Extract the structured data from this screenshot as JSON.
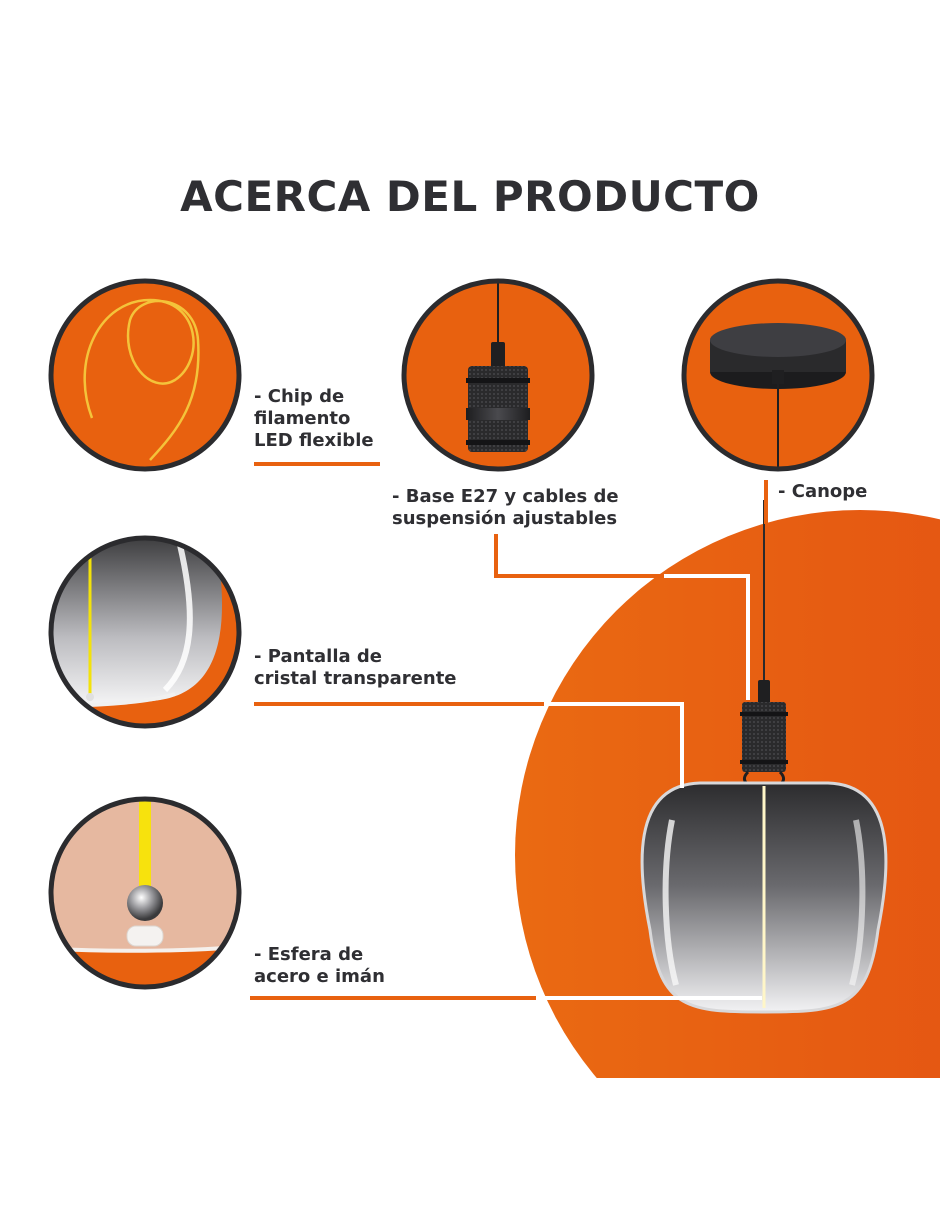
{
  "header": {
    "title": "ACERCA DEL PRODUCTO"
  },
  "features": [
    {
      "id": "chip",
      "lines": [
        "- Chip de",
        "filamento",
        "LED flexible"
      ]
    },
    {
      "id": "base",
      "lines": [
        "- Base E27 y cables de",
        "suspensión ajustables"
      ]
    },
    {
      "id": "canope",
      "lines": [
        "- Canope"
      ]
    },
    {
      "id": "pantalla",
      "lines": [
        "- Pantalla de",
        "cristal transparente"
      ]
    },
    {
      "id": "esfera",
      "lines": [
        "- Esfera de",
        "acero e imán"
      ]
    }
  ],
  "colors": {
    "accent": "#e8610f",
    "accent_dark": "#e04f12",
    "ring": "#2b2b2e",
    "text": "#2f2f33"
  }
}
